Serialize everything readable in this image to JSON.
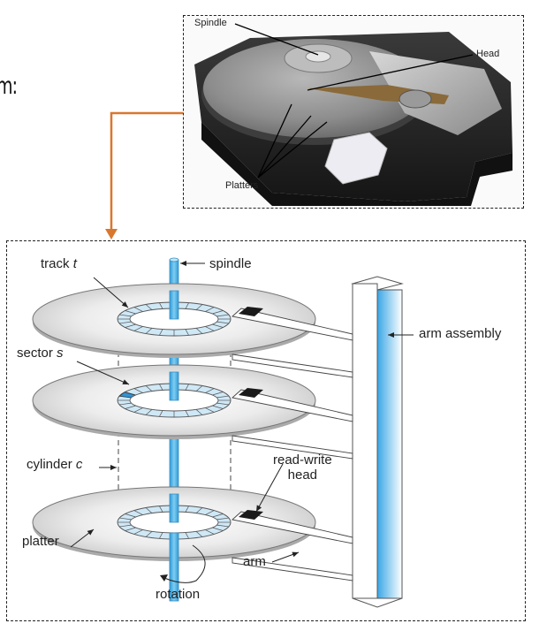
{
  "heading": {
    "partial_text": "m:"
  },
  "photo": {
    "description": "hard disk drive photo with cover removed",
    "labels": {
      "spindle": "Spindle",
      "head": "Head",
      "platters": "Platters"
    }
  },
  "connector": {
    "color": "#d9772f",
    "icon": "arrow-down-icon"
  },
  "diagram": {
    "labels": {
      "track": "track",
      "track_var": "t",
      "spindle": "spindle",
      "arm_assembly": "arm assembly",
      "sector": "sector",
      "sector_var": "s",
      "cylinder": "cylinder",
      "cylinder_var": "c",
      "read_write_line1": "read-write",
      "read_write_line2": "head",
      "platter": "platter",
      "arm": "arm",
      "rotation": "rotation"
    },
    "colors": {
      "spindle_blue": "#4fb3e8",
      "track_fill": "#cfe8f6",
      "sector_highlight": "#2f93d6",
      "platter_gray": "#d6d6d6",
      "head_black": "#1a1a1a"
    },
    "track_segments": 24,
    "platter_count": 3
  }
}
